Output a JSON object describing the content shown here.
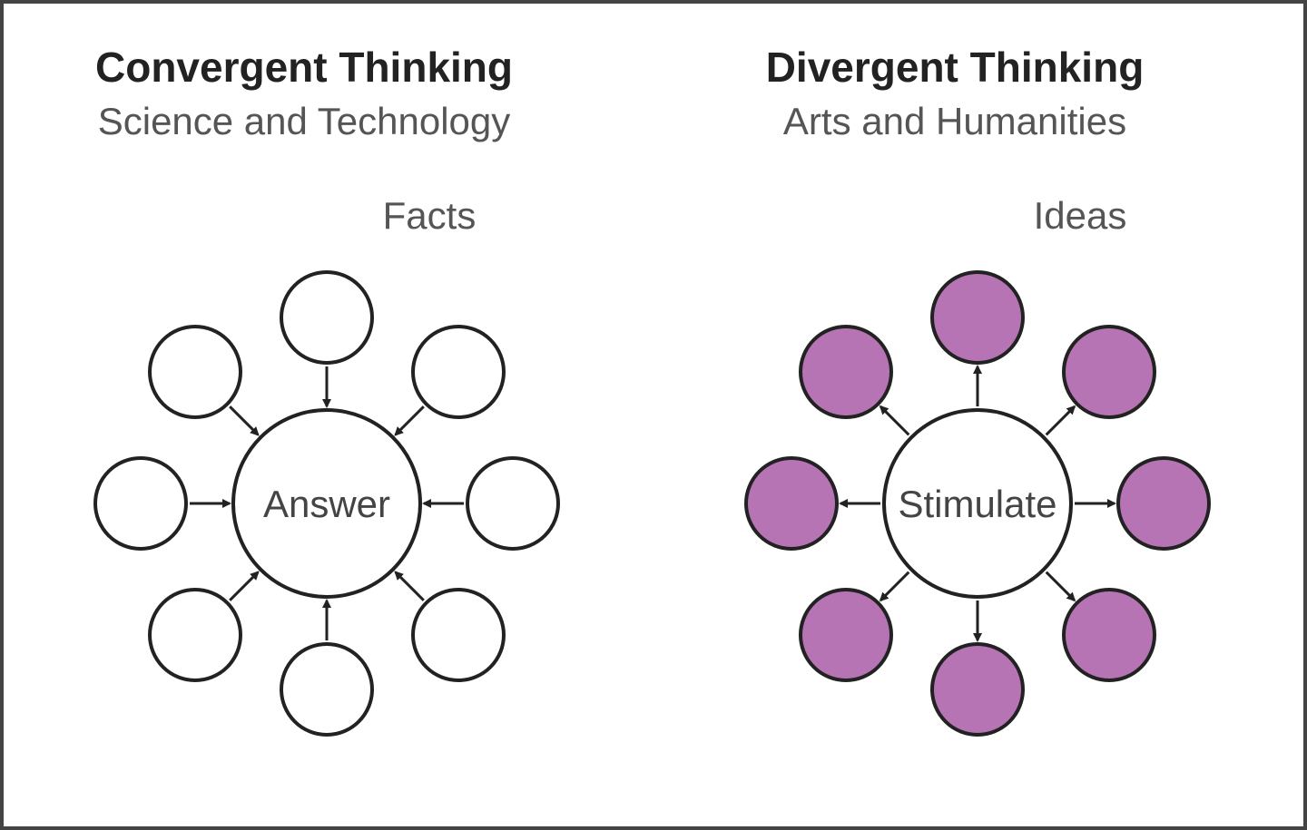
{
  "left_panel": {
    "title": "Convergent Thinking",
    "subtitle": "Science and Technology",
    "nodes_label": "Facts",
    "center_label": "Answer",
    "arrow_direction": "inward",
    "node_fill": "#ffffff"
  },
  "right_panel": {
    "title": "Divergent Thinking",
    "subtitle": "Arts and Humanities",
    "nodes_label": "Ideas",
    "center_label": "Stimulate",
    "arrow_direction": "outward",
    "node_fill": "#b774b4"
  },
  "colors": {
    "stroke": "#222222",
    "border": "#444444",
    "purple": "#b774b4"
  }
}
